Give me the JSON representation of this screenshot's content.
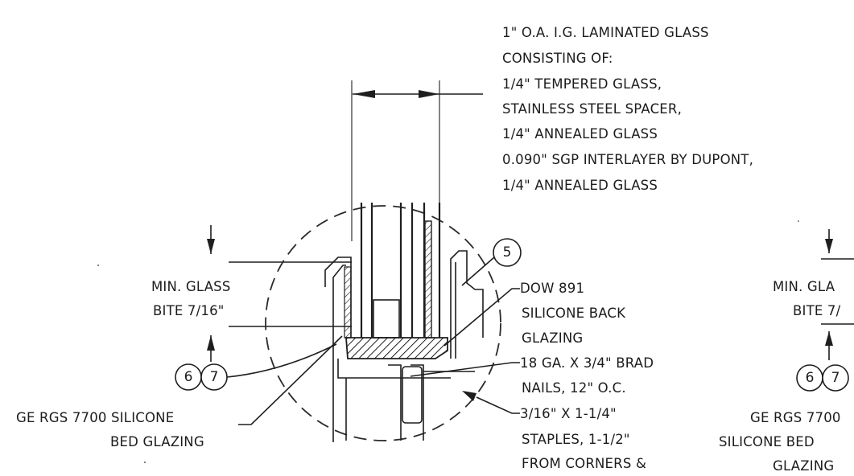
{
  "glass_note": {
    "lines": [
      "1\" O.A. I.G. LAMINATED GLASS",
      "CONSISTING OF:",
      "1/4\" TEMPERED GLASS,",
      "STAINLESS STEEL SPACER,",
      "1/4\" ANNEALED GLASS",
      "0.090\" SGP INTERLAYER BY DUPONT,",
      "1/4\" ANNEALED GLASS"
    ]
  },
  "glass_bite_left": {
    "lines": [
      "MIN. GLASS",
      "BITE 7/16\""
    ]
  },
  "glass_bite_right": {
    "lines": [
      "MIN. GLA",
      "BITE 7/"
    ]
  },
  "bubbles": {
    "five": "5",
    "six_left": "6",
    "seven_left": "7",
    "six_right": "6",
    "seven_right": "7"
  },
  "bed_glazing_left": {
    "lines": [
      "GE RGS 7700 SILICONE",
      "BED GLAZING"
    ]
  },
  "bed_glazing_right": {
    "lines": [
      "GE RGS 7700",
      "SILICONE BED",
      "GLAZING"
    ]
  },
  "right_notes": {
    "lines": [
      "DOW 891",
      "SILICONE BACK",
      "GLAZING",
      "18 GA. X 3/4\" BRAD",
      "NAILS, 12\" O.C.",
      "3/16\" X 1-1/4\"",
      "STAPLES, 1-1/2\"",
      "FROM CORNERS &"
    ]
  }
}
